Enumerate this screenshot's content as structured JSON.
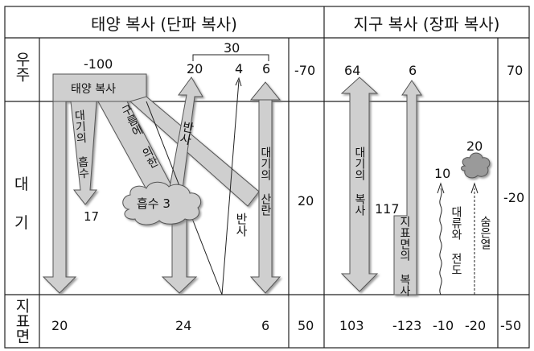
{
  "headers": {
    "solar_title": "태양 복사 (단파 복사)",
    "earth_title": "지구 복사 (장파 복사)"
  },
  "rows": {
    "space": "우주",
    "atmosphere_a": "대",
    "atmosphere_b": "기",
    "surface": "지표면"
  },
  "solar": {
    "incoming_value": "-100",
    "incoming_label": "태양 복사",
    "atm_absorption_label": "대기의 흡수",
    "atm_absorption_value": "17",
    "cloud_absorption_label": "구름에 의한",
    "cloud_label": "흡수 3",
    "cloud_reflection_label": "반사",
    "cloud_reflection_value": "20",
    "surface_reflection_label": "반사",
    "surface_reflection_value": "4",
    "scatter_label": "대기의 산란",
    "scatter_value": "6",
    "reflect_total": "30",
    "space_total": "-70",
    "atm_total": "20",
    "surface_total": "50",
    "surface_values": [
      "20",
      "24",
      "6"
    ]
  },
  "earth": {
    "atm_radiation_label": "대기의 복사",
    "atm_radiation_space_value": "64",
    "atm_radiation_surface_value": "103",
    "surface_radiation_label": "지표면의 복사",
    "surface_radiation_space_value": "6",
    "surface_radiation_atm_value": "117",
    "surface_radiation_surface_value": "-123",
    "convection_label": "대류와 전도",
    "convection_value": "10",
    "convection_surface_value": "-10",
    "latent_label": "숨은열",
    "latent_value": "20",
    "latent_surface_value": "-20",
    "space_total": "70",
    "atm_total": "-20",
    "surface_total": "-50"
  }
}
